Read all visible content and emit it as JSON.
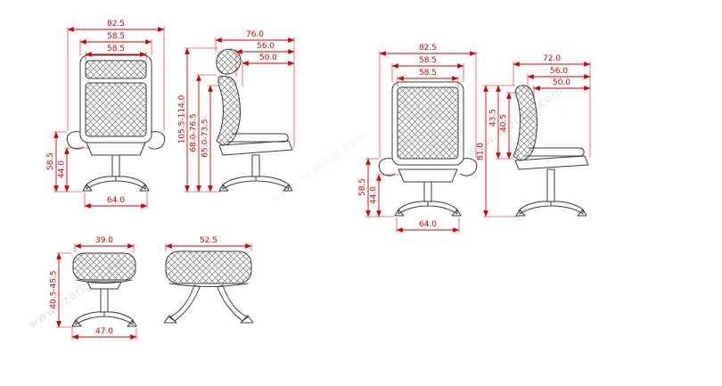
{
  "colors": {
    "dimension": "#d90000",
    "linework": "#3c3c3c",
    "hatch": "#7a7a7a",
    "watermark": "#cfcfcf"
  },
  "watermark": {
    "text": "www.szorigo.com"
  },
  "views": [
    {
      "id": "chair1-front",
      "dims": {
        "overall_width": "82.5",
        "back_width": "58.5",
        "cushion_width": "58.5",
        "arm_height": "58.5",
        "seat_height": "44.0",
        "base_width": "64.0"
      }
    },
    {
      "id": "chair1-side",
      "dims": {
        "overall_depth": "76.0",
        "back_depth": "56.0",
        "seat_depth": "50.0",
        "overall_height": "105.5-114.0",
        "height_upper": "68.0-76.5",
        "height_lower": "65.0-73.5"
      }
    },
    {
      "id": "chair2-front",
      "dims": {
        "overall_width": "82.5",
        "back_width": "58.5",
        "cushion_width": "58.5",
        "arm_height": "58.5",
        "seat_height": "44.0",
        "base_width": "64.0"
      }
    },
    {
      "id": "chair2-side",
      "dims": {
        "overall_depth": "72.0",
        "back_depth": "56.0",
        "seat_depth": "50.0",
        "overall_height": "81.0",
        "back_height": "43.5",
        "back_height_inner": "40.5"
      }
    },
    {
      "id": "ottoman-front",
      "dims": {
        "cushion_width": "39.0",
        "height_range": "40.5-45.5",
        "base_width": "47.0"
      }
    },
    {
      "id": "ottoman-side",
      "dims": {
        "cushion_depth": "52.5"
      }
    }
  ]
}
